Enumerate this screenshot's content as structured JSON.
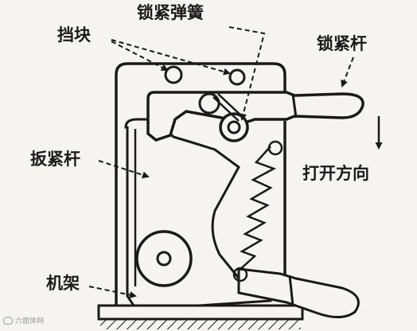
{
  "labels": {
    "stop_block": "挡块",
    "locking_spring": "锁紧弹簧",
    "locking_lever": "锁紧杆",
    "wrench_lever": "扳紧杆",
    "open_direction": "打开方向",
    "frame": "机架"
  },
  "watermark": {
    "text": "六面体网",
    "icon": "weibo-logo-icon"
  },
  "colors": {
    "ink": "#1a1a1a",
    "paper": "#f5f4f0",
    "watermark": "#9a9a9a"
  }
}
